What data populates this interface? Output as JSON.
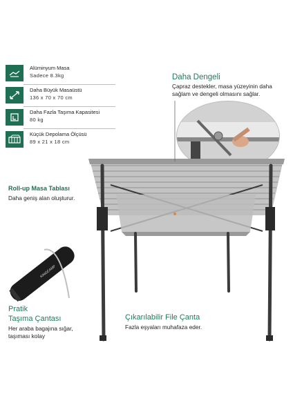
{
  "specs": [
    {
      "icon": "aluminum-icon",
      "line1": "Alüminyum Masa",
      "line2": "Sadece 8.3kg"
    },
    {
      "icon": "expand-icon",
      "line1": "Daha Büyük Masaüstü",
      "line2": "136 x 70 x 70 cm"
    },
    {
      "icon": "weight-icon",
      "line1": "Daha Fazla Taşıma Kapasitesi",
      "line2": "80 kg"
    },
    {
      "icon": "storage-box-icon",
      "line1": "Küçük Depolama Ölçüsü",
      "line2": "89 x 21 x 18 cm"
    }
  ],
  "callouts": {
    "stability": {
      "title": "Daha Dengeli",
      "line1": "Çapraz destekler, masa yüzeyinin daha",
      "line2": "sağlam ve dengeli olmasını sağlar."
    },
    "rollup": {
      "title": "Roll-up Masa Tablası",
      "line1": "Daha geniş alan oluşturur."
    },
    "carry": {
      "title1": "Pratik",
      "title2": "Taşıma Çantası",
      "line1": "Her araba bagajına sığar,",
      "line2": "taşıması kolay"
    },
    "net": {
      "title": "Çıkarılabilir File Çanta",
      "line1": "Fazla eşyaları muhafaza eder."
    }
  },
  "bag_brand": "KINGCAMP",
  "colors": {
    "accent": "#1f6f55",
    "frame": "#3b3b3b",
    "slat": "#b9b9b9",
    "net": "#9a9a9a"
  }
}
